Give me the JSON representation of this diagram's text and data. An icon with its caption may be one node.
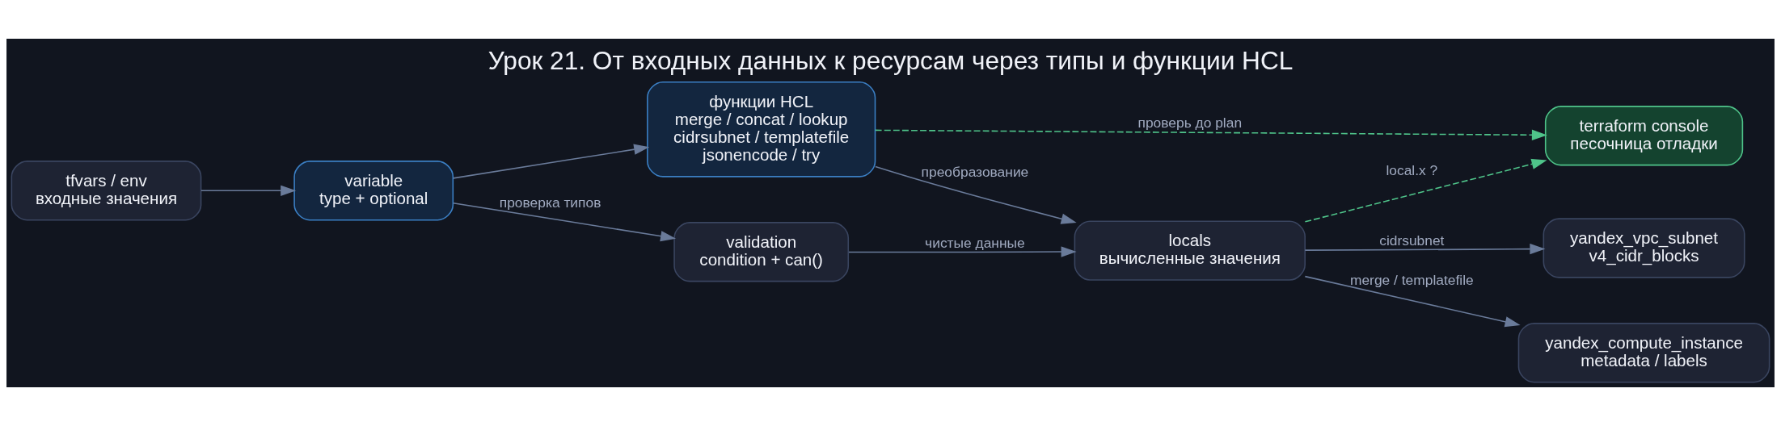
{
  "diagram": {
    "title": "Урок 21. От входных данных к ресурсам через типы и функции HCL",
    "nodes": [
      {
        "text": [
          "tfvars / env",
          "входные значения"
        ]
      },
      {
        "text": [
          "variable",
          "type + optional"
        ]
      },
      {
        "text": [
          "функции HCL",
          "merge / concat / lookup cidrsubnet / templatefile jsonencode / try"
        ]
      },
      {
        "text": [
          "validation",
          "condition + can()"
        ]
      },
      {
        "text": [
          "locals",
          "вычисленные значения"
        ]
      },
      {
        "text": [
          "terraform console",
          "песочница отладки"
        ]
      },
      {
        "text": [
          "yandex_vpc_subnet",
          "v4_cidr_blocks"
        ]
      },
      {
        "text": [
          "yandex_compute_instance",
          "metadata / labels"
        ]
      }
    ],
    "edges": [
      {
        "from": 0,
        "to": 1,
        "arrow": "to"
      },
      {
        "from": 1,
        "to": 2,
        "arrow": "to"
      },
      {
        "from": 1,
        "to": 3,
        "arrow": "to",
        "label": "проверка типов"
      },
      {
        "from": 2,
        "to": 4,
        "arrow": "to",
        "label": "преобразование"
      },
      {
        "from": 3,
        "to": 4,
        "arrow": "to",
        "label": "чистые данные"
      },
      {
        "from": 2,
        "to": 5,
        "arrow": "to",
        "label": "проверь до plan",
        "style": "dashed",
        "color": "#4fc48a"
      },
      {
        "from": 4,
        "to": 5,
        "arrow": "to",
        "label": "local.x ?",
        "style": "dashed",
        "color": "#4fc48a"
      },
      {
        "from": 4,
        "to": 6,
        "arrow": "to",
        "label": "cidrsubnet"
      },
      {
        "from": 4,
        "to": 7,
        "arrow": "to",
        "label": "merge / templatefile"
      }
    ]
  }
}
